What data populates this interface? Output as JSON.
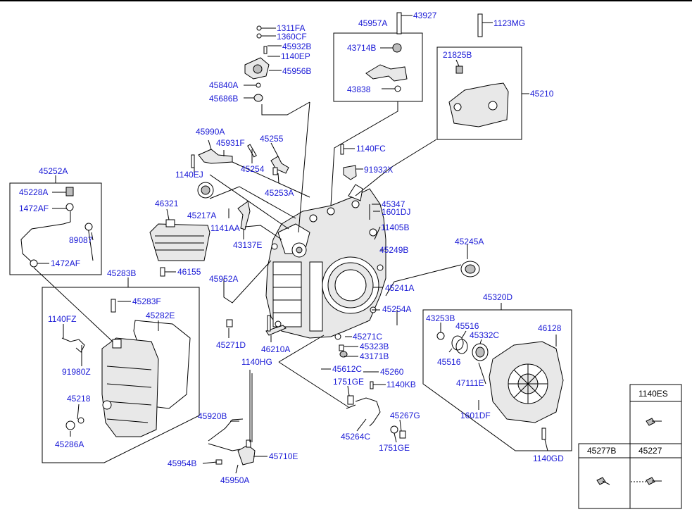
{
  "labels": {
    "l1311FA": "1311FA",
    "l1360CF": "1360CF",
    "l45932B": "45932B",
    "l1140EP": "1140EP",
    "l45956B": "45956B",
    "l45840A": "45840A",
    "l45686B": "45686B",
    "l45957A": "45957A",
    "l43927": "43927",
    "l43714B": "43714B",
    "l43838": "43838",
    "l1123MG": "1123MG",
    "l21825B": "21825B",
    "l45210": "45210",
    "l45990A": "45990A",
    "l45931F": "45931F",
    "l45255": "45255",
    "l1140FC": "1140FC",
    "l91932X": "91932X",
    "l45254": "45254",
    "l1140EJ": "1140EJ",
    "l45253A": "45253A",
    "l45252A": "45252A",
    "l45228A": "45228A",
    "l1472AF_a": "1472AF",
    "l89087": "89087",
    "l1472AF_b": "1472AF",
    "l46321": "46321",
    "l45217A": "45217A",
    "l1141AA": "1141AA",
    "l43137E": "43137E",
    "l46155": "46155",
    "l45347": "45347",
    "l1601DJ": "1601DJ",
    "l11405B": "11405B",
    "l45249B": "45249B",
    "l45245A": "45245A",
    "l45283B": "45283B",
    "l45952A": "45952A",
    "l45241A": "45241A",
    "l45283F": "45283F",
    "l1140FZ": "1140FZ",
    "l45282E": "45282E",
    "l45254A": "45254A",
    "l45320D": "45320D",
    "l43253B": "43253B",
    "l45516_a": "45516",
    "l45332C": "45332C",
    "l46128": "46128",
    "l45271D": "45271D",
    "l46210A": "46210A",
    "l45271C": "45271C",
    "l45323B": "45323B",
    "l43171B": "43171B",
    "l91980Z": "91980Z",
    "l1140HG": "1140HG",
    "l45612C": "45612C",
    "l45260": "45260",
    "l45516_b": "45516",
    "l1751GE_a": "1751GE",
    "l1140KB": "1140KB",
    "l47111E": "47111E",
    "l45218": "45218",
    "l1601DF": "1601DF",
    "l45267G": "45267G",
    "l45920B": "45920B",
    "l45286A": "45286A",
    "l45264C": "45264C",
    "l1751GE_b": "1751GE",
    "l1140GD": "1140GD",
    "l45954B": "45954B",
    "l45710E": "45710E",
    "l45950A": "45950A"
  },
  "legend": {
    "t1140ES": "1140ES",
    "t45277B": "45277B",
    "t45227": "45227"
  }
}
